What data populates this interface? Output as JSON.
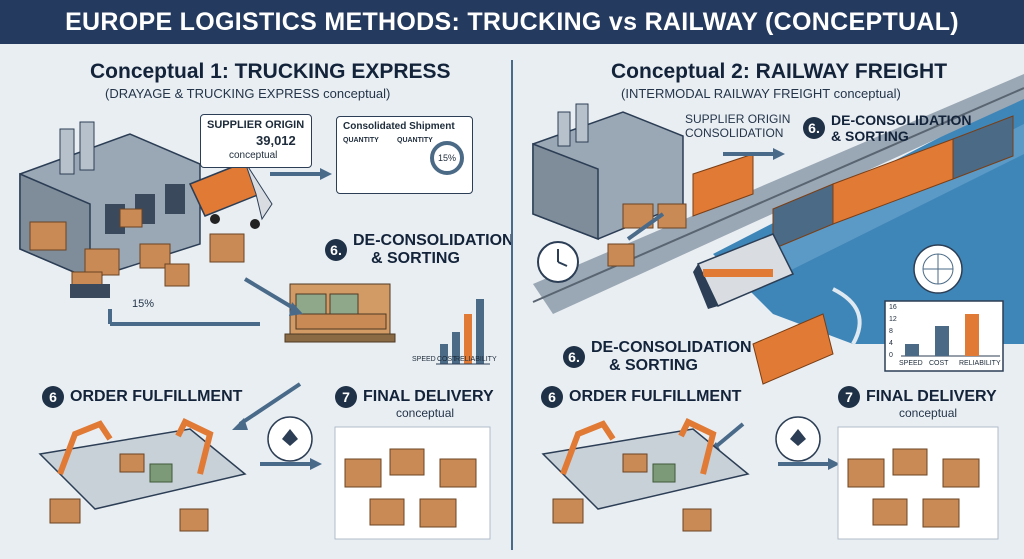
{
  "title": "EUROPE LOGISTICS METHODS: TRUCKING vs RAILWAY (CONCEPTUAL)",
  "left": {
    "heading": "Conceptual 1: TRUCKING EXPRESS",
    "subheading": "(DRAYAGE & TRUCKING EXPRESS conceptual)",
    "supplier_card": {
      "title": "SUPPLIER ORIGIN",
      "value": "39,012",
      "caption": "conceptual"
    },
    "consolidated_card": {
      "title": "Consolidated Shipment",
      "col1": "QUANTITY",
      "col2": "QUANTITY",
      "gauge": "15%"
    },
    "percent_label": "15%",
    "step_deconsolidation": {
      "number": "6.",
      "line1": "DE-CONSOLIDATION",
      "line2": "& SORTING"
    },
    "bar_chart_labels": [
      "SPEED",
      "COST",
      "RELIABILITY"
    ],
    "step_order": {
      "number": "6",
      "label": "ORDER FULFILLMENT"
    },
    "step_final": {
      "number": "7",
      "label": "FINAL DELIVERY",
      "caption": "conceptual"
    }
  },
  "right": {
    "heading": "Conceptual 2: RAILWAY FREIGHT",
    "subheading": "(INTERMODAL RAILWAY FREIGHT conceptual)",
    "supplier_label_1": "SUPPLIER ORIGIN",
    "supplier_label_2": "CONSOLIDATION",
    "step_deconsolidation_top": {
      "number": "6.",
      "line1": "DE-CONSOLIDATION",
      "line2": "& SORTING"
    },
    "step_deconsolidation_mid": {
      "number": "6.",
      "line1": "DE-CONSOLIDATION",
      "line2": "& SORTING"
    },
    "chart": {
      "type": "bar",
      "categories": [
        "SPEED",
        "COST",
        "RELIABILITY"
      ],
      "values": [
        4,
        10,
        14
      ],
      "ylim": [
        0,
        16
      ],
      "yticks": [
        "16",
        "12",
        "8",
        "4",
        "0"
      ]
    },
    "step_order": {
      "number": "6",
      "label": "ORDER FULFILLMENT"
    },
    "step_final": {
      "number": "7",
      "label": "FINAL DELIVERY",
      "caption": "conceptual"
    }
  },
  "colors": {
    "title_bg": "#243a5e",
    "box": "#c98a55",
    "container": "#e07a35",
    "rail_car": "#4b6a86",
    "water": "#3f86b8",
    "bar_accent": "#e07a35",
    "bar_main": "#4b6a86"
  }
}
